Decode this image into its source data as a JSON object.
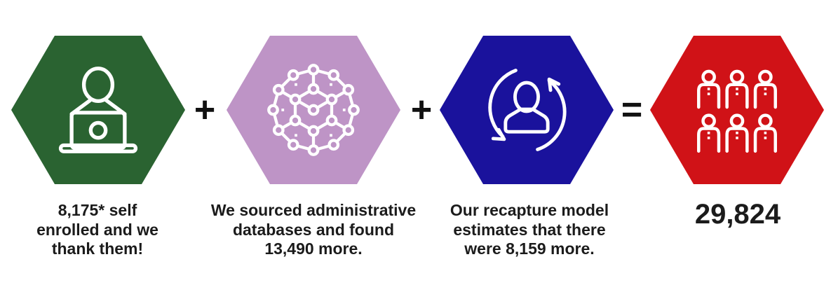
{
  "colors": {
    "background": "#ffffff",
    "text": "#1b1b1b",
    "icon_stroke": "#ffffff",
    "hexagon_green": "#2a6331",
    "hexagon_purple": "#be94c6",
    "hexagon_blue": "#1a129c",
    "hexagon_red": "#d01217"
  },
  "items": [
    {
      "name": "self-enrolled",
      "hex_color": "#2a6331",
      "icon": "person-at-laptop-icon",
      "caption": "8,175* self\nenrolled and we\nthank them!",
      "value": "8,175"
    },
    {
      "name": "administrative-databases",
      "hex_color": "#be94c6",
      "icon": "network-molecule-icon",
      "caption": "We sourced administrative\ndatabases and found\n13,490 more.",
      "value": "13,490"
    },
    {
      "name": "recapture-model",
      "hex_color": "#1a129c",
      "icon": "person-cycle-arrows-icon",
      "caption": "Our recapture model\nestimates that there\nwere 8,159 more.",
      "value": "8,159"
    },
    {
      "name": "total",
      "hex_color": "#d01217",
      "icon": "people-group-icon",
      "caption": "29,824",
      "value": "29,824"
    }
  ],
  "operators": [
    "+",
    "+",
    "="
  ]
}
